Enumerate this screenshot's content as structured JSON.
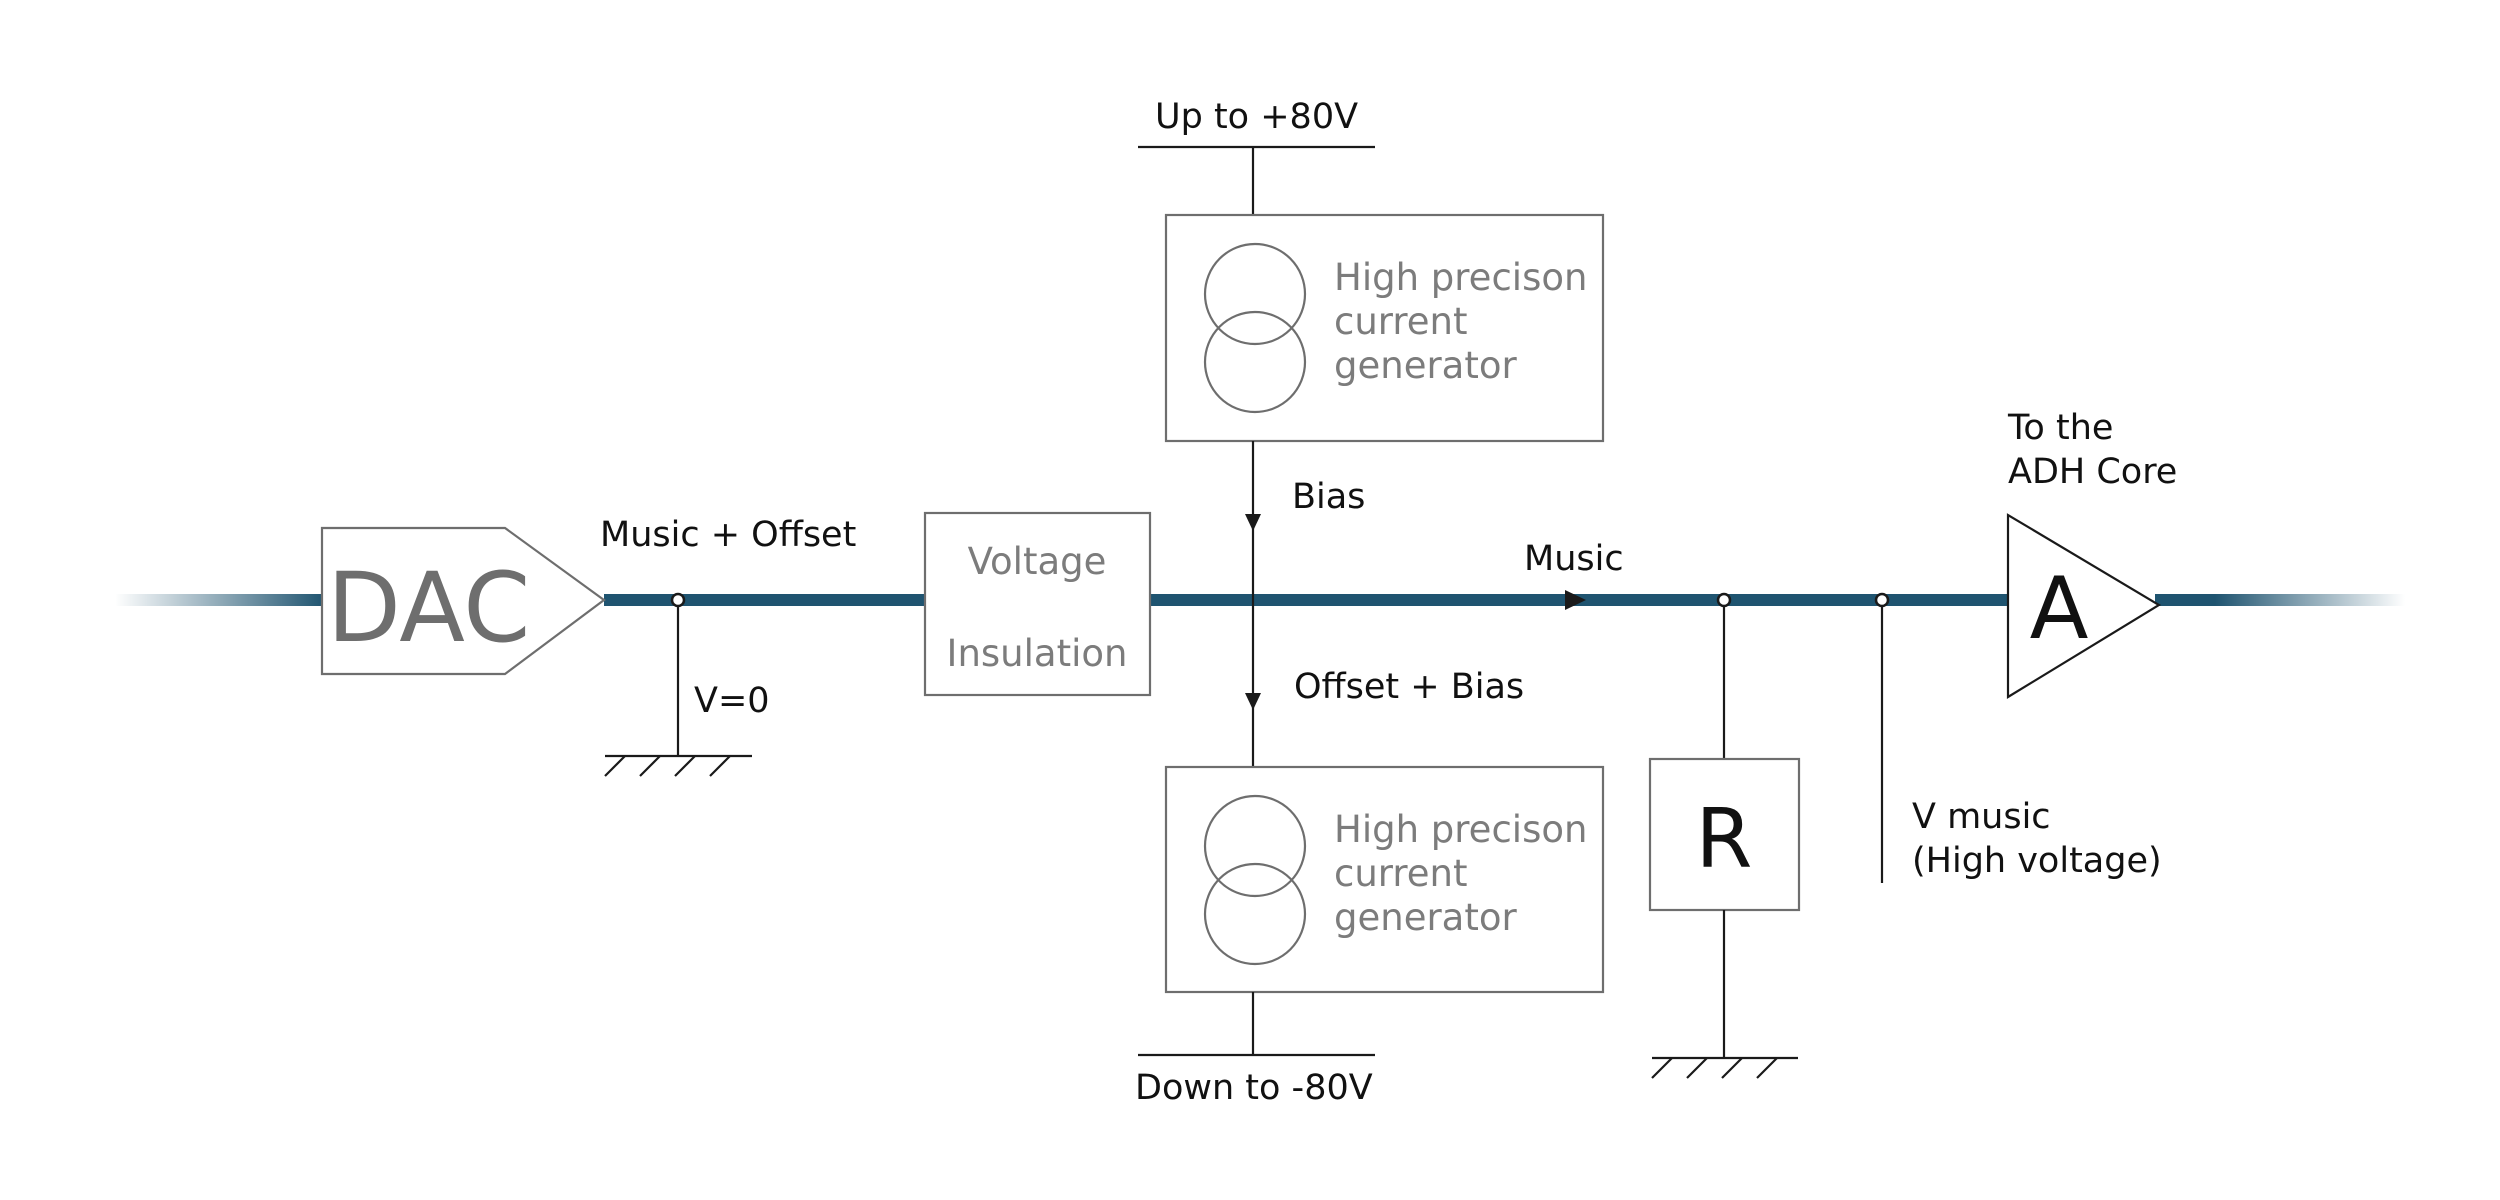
{
  "colors": {
    "signal_line": "#1f5470",
    "wire": "#1a1a1a",
    "block_outline": "#6e6e6e",
    "block_text": "#7c7c7c",
    "label_text": "#111111"
  },
  "blocks": {
    "dac": "DAC",
    "voltage_insulation": {
      "line1": "Voltage",
      "line2": "Insulation"
    },
    "current_generator_top": {
      "line1": "High precison",
      "line2": "current",
      "line3": "generator"
    },
    "current_generator_bottom": {
      "line1": "High precison",
      "line2": "current",
      "line3": "generator"
    },
    "resistor": "R",
    "amplifier": "A"
  },
  "labels": {
    "supply_top": "Up to +80V",
    "supply_bottom": "Down to -80V",
    "music_offset": "Music + Offset",
    "ground_v0": "V=0",
    "bias": "Bias",
    "offset_bias": "Offset + Bias",
    "music": "Music",
    "to_core_line1": "To the",
    "to_core_line2": "ADH Core",
    "v_music_line1": "V music",
    "v_music_line2": "(High voltage)"
  },
  "icons": [
    "current-source-icon",
    "ground-icon",
    "arrow-down-icon",
    "arrow-right-icon",
    "amplifier-icon",
    "dac-icon"
  ]
}
